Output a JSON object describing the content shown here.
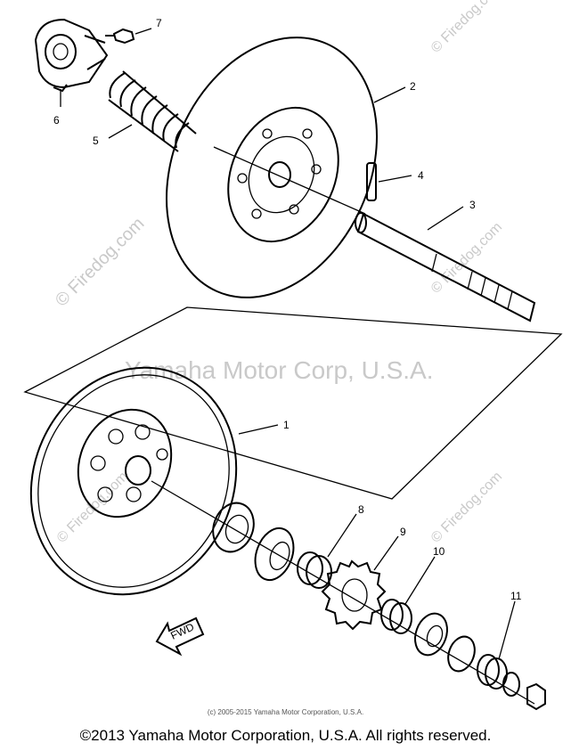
{
  "callouts": [
    {
      "label": "1"
    },
    {
      "label": "2"
    },
    {
      "label": "3"
    },
    {
      "label": "4"
    },
    {
      "label": "5"
    },
    {
      "label": "6"
    },
    {
      "label": "7"
    },
    {
      "label": "8"
    },
    {
      "label": "9"
    },
    {
      "label": "10"
    },
    {
      "label": "11"
    }
  ],
  "fwd_label": "FWD",
  "watermarks": {
    "site": "© Firedog.com",
    "center": "Yamaha Motor Corp, U.S.A."
  },
  "small_copyright": "(c) 2005-2015 Yamaha Motor Corporation, U.S.A.",
  "copyright": "©2013 Yamaha Motor Corporation, U.S.A. All rights reserved."
}
